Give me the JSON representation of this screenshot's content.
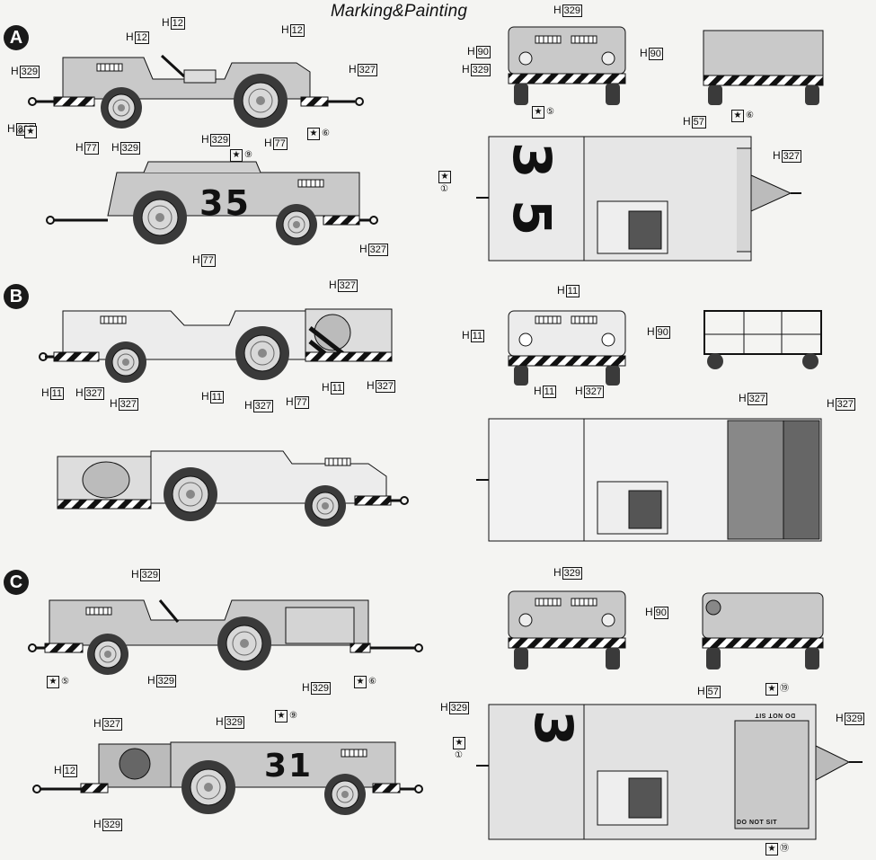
{
  "title": "Marking&Painting",
  "sections": [
    {
      "id": "A",
      "letter": "A"
    },
    {
      "id": "B",
      "letter": "B"
    },
    {
      "id": "C",
      "letter": "C"
    }
  ],
  "labels": {
    "a1": {
      "h": "H",
      "code": "12"
    },
    "a2": {
      "h": "H",
      "code": "12"
    },
    "a3": {
      "h": "H",
      "code": "12"
    },
    "a4": {
      "h": "H",
      "code": "329"
    },
    "a5": {
      "h": "H",
      "code": "327"
    },
    "a6": {
      "h": "H",
      "code": "327"
    },
    "a7": {
      "h": "H",
      "code": "77"
    },
    "a8": {
      "h": "H",
      "code": "329"
    },
    "a9": {
      "h": "H",
      "code": "329"
    },
    "a10": {
      "h": "H",
      "code": "77"
    },
    "a11": {
      "h": "H",
      "code": "327"
    },
    "a12": {
      "h": "H",
      "code": "77"
    },
    "ar1": {
      "h": "H",
      "code": "329"
    },
    "ar2": {
      "h": "H",
      "code": "90"
    },
    "ar3": {
      "h": "H",
      "code": "329"
    },
    "ar4": {
      "h": "H",
      "code": "90"
    },
    "ar5": {
      "h": "H",
      "code": "57"
    },
    "ar6": {
      "h": "H",
      "code": "327"
    },
    "b1": {
      "h": "H",
      "code": "327"
    },
    "b2": {
      "h": "H",
      "code": "11"
    },
    "b3": {
      "h": "H",
      "code": "327"
    },
    "b4": {
      "h": "H",
      "code": "327"
    },
    "b5": {
      "h": "H",
      "code": "11"
    },
    "b6": {
      "h": "H",
      "code": "327"
    },
    "b7": {
      "h": "H",
      "code": "77"
    },
    "b8": {
      "h": "H",
      "code": "11"
    },
    "b9": {
      "h": "H",
      "code": "327"
    },
    "br1": {
      "h": "H",
      "code": "11"
    },
    "br2": {
      "h": "H",
      "code": "11"
    },
    "br3": {
      "h": "H",
      "code": "90"
    },
    "br4": {
      "h": "H",
      "code": "11"
    },
    "br5": {
      "h": "H",
      "code": "327"
    },
    "br6": {
      "h": "H",
      "code": "327"
    },
    "br7": {
      "h": "H",
      "code": "327"
    },
    "c1": {
      "h": "H",
      "code": "329"
    },
    "c2": {
      "h": "H",
      "code": "329"
    },
    "c3": {
      "h": "H",
      "code": "329"
    },
    "c4": {
      "h": "H",
      "code": "327"
    },
    "c5": {
      "h": "H",
      "code": "329"
    },
    "c6": {
      "h": "H",
      "code": "12"
    },
    "c7": {
      "h": "H",
      "code": "329"
    },
    "cr1": {
      "h": "H",
      "code": "329"
    },
    "cr2": {
      "h": "H",
      "code": "90"
    },
    "cr3": {
      "h": "H",
      "code": "329"
    },
    "cr4": {
      "h": "H",
      "code": "57"
    },
    "cr5": {
      "h": "H",
      "code": "329"
    }
  },
  "stars": {
    "s1": {
      "glyph": "★",
      "num": "⑤"
    },
    "s2": {
      "glyph": "★",
      "num": "⑥"
    },
    "s3": {
      "glyph": "★",
      "num": "⑨"
    },
    "s4": {
      "glyph": "★",
      "num": "⑤"
    },
    "s5": {
      "glyph": "★",
      "num": "⑥"
    },
    "s6": {
      "glyph": "★",
      "num": "①"
    },
    "s7": {
      "glyph": "★",
      "num": "⑤"
    },
    "s8": {
      "glyph": "★",
      "num": "⑥"
    },
    "s9": {
      "glyph": "★",
      "num": "⑨"
    },
    "s10": {
      "glyph": "★",
      "num": "⑲"
    },
    "s11": {
      "glyph": "★",
      "num": "①"
    },
    "s12": {
      "glyph": "★",
      "num": "⑲"
    }
  },
  "markings": {
    "a_side": "35",
    "a_top_3": "3",
    "a_top_5": "5",
    "c_side": "31",
    "c_top": "3",
    "sign_top": "DO NOT SIT",
    "sign_bottom": "DO NOT SIT"
  },
  "colors": {
    "paint": "#c9c9c9",
    "light": "#e6e6e6",
    "ink": "#111111",
    "tire": "#3a3a3a"
  }
}
